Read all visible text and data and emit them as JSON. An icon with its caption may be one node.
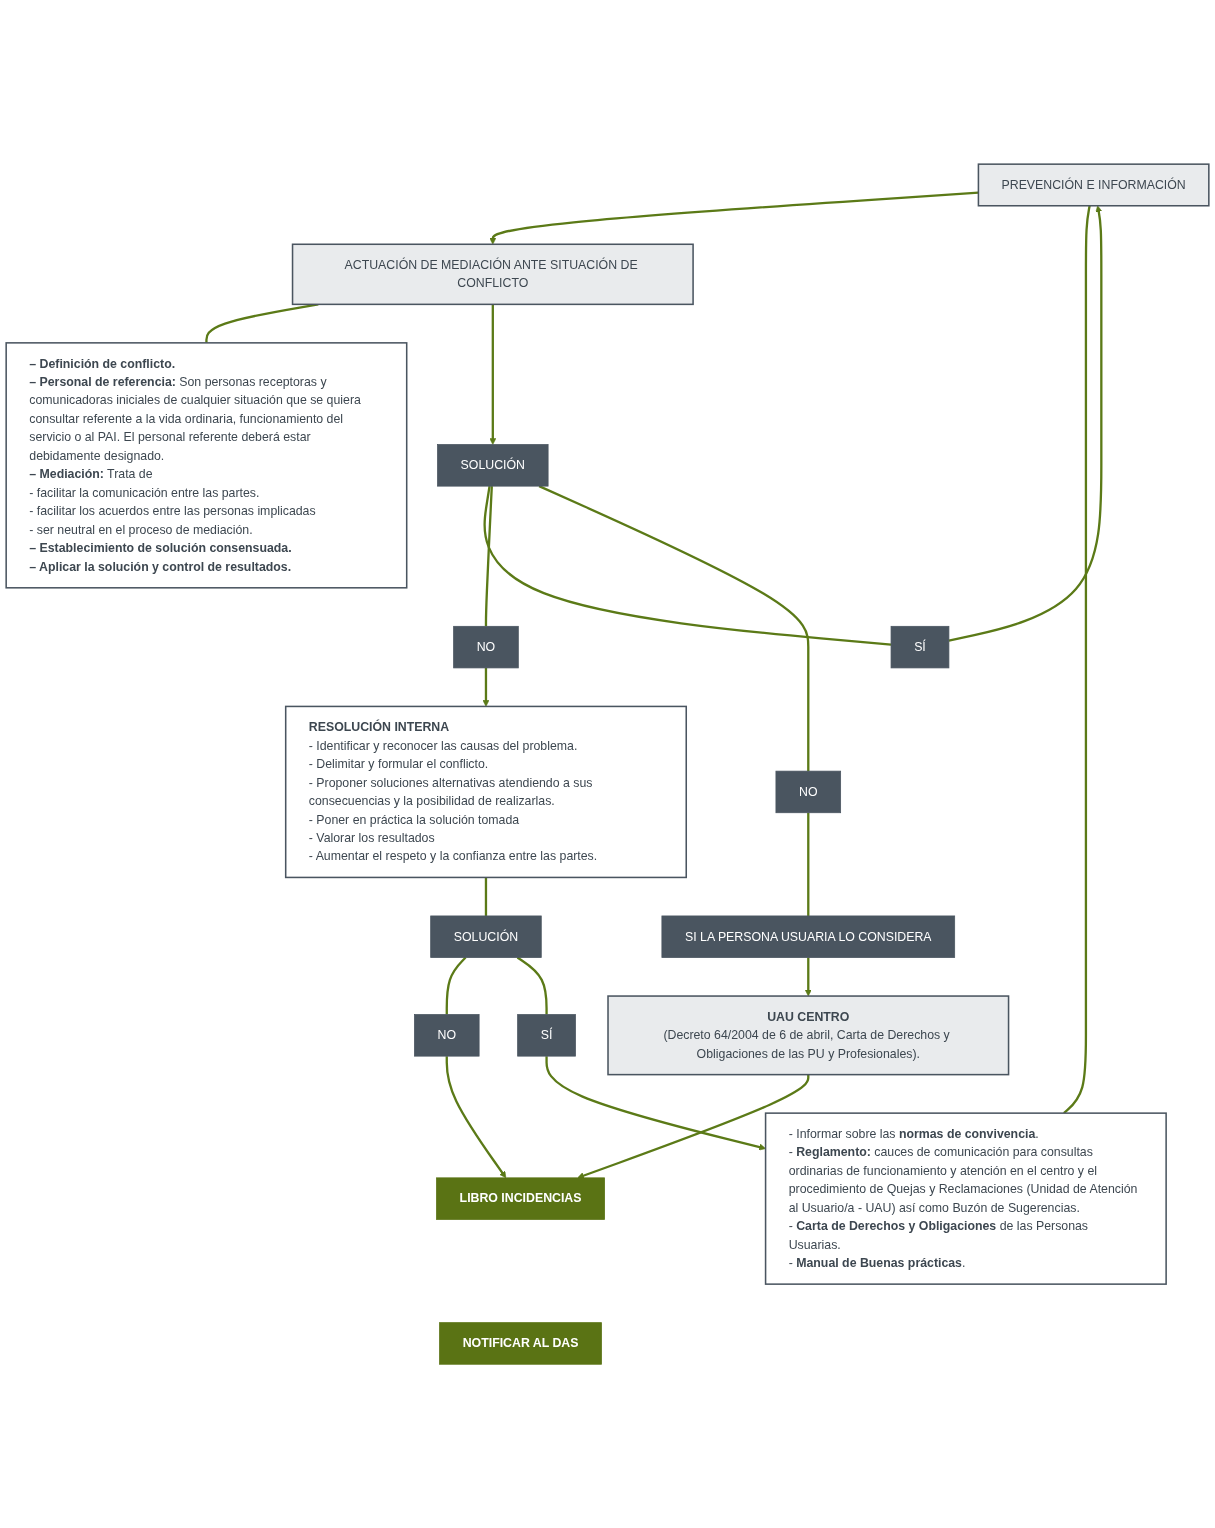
{
  "diagram": {
    "nodes": [
      {
        "text": [
          "PREVENCIÓN E INFORMACIÓN"
        ]
      },
      {
        "text": [
          "- Informar sobre las **normas de convivencia**.",
          "- **Reglamento:** cauces de comunicación para consultas ordinarias de funcionamiento y atención en el centro y el procedimiento de Quejas y Reclamaciones (Unidad de Atención al Usuario/a - UAU) así como Buzón de Sugerencias.",
          "- **Carta de Derechos y Obligaciones** de las Personas Usuarias.",
          "- **Manual de Buenas prácticas**."
        ]
      },
      {
        "text": [
          "ACTUACIÓN DE MEDIACIÓN ANTE SITUACIÓN DE CONFLICTO"
        ]
      },
      {
        "text": [
          "**– Definición de conflicto.**",
          "**– Personal de referencia:** Son personas receptoras y comunicadoras iniciales de cualquier situación que se quiera consultar referente a la vida ordinaria, funcionamiento del servicio o al PAI. El personal referente deberá estar debidamente designado.",
          "**– Mediación:** Trata de",
          "- facilitar la comunicación entre las partes.",
          "- facilitar los acuerdos entre las personas implicadas",
          "- ser neutral en el proceso de mediación.",
          "**– Establecimiento de solución consensuada.**",
          "**– Aplicar la solución y control de resultados.**"
        ]
      },
      {
        "text": [
          "SÍ"
        ]
      },
      {
        "text": [
          "SOLUCIÓN"
        ]
      },
      {
        "text": [
          "NO"
        ]
      },
      {
        "text": [
          "NO"
        ]
      },
      {
        "text": [
          "SI LA PERSONA USUARIA LO CONSIDERA"
        ]
      },
      {
        "text": [
          "UAU CENTRO",
          "(Decreto 64/2004 de 6 de abril, Carta de Derechos y Obligaciones de las PU y Profesionales)."
        ]
      },
      {
        "text": [
          "RESOLUCIÓN INTERNA",
          "- Identificar y reconocer las causas del problema.",
          "- Delimitar y formular el conflicto.",
          "- Proponer soluciones alternativas atendiendo a sus consecuencias y la posibilidad de realizarlas.",
          "- Poner en práctica la solución tomada",
          "- Valorar los resultados",
          "- Aumentar el respeto y la confianza entre las partes."
        ]
      },
      {
        "text": [
          "NO"
        ]
      },
      {
        "text": [
          "SOLUCIÓN"
        ]
      },
      {
        "text": [
          "SÍ"
        ]
      },
      {
        "text": [
          "LIBRO INCIDENCIAS"
        ]
      },
      {
        "text": [
          "NOTIFICAR AL DAS"
        ]
      }
    ],
    "edges": [
      {
        "from": 0,
        "to": 2,
        "arrow": "to"
      },
      {
        "from": 0,
        "to": 1,
        "arrow": "none"
      },
      {
        "from": 2,
        "to": 3,
        "arrow": "none"
      },
      {
        "from": 2,
        "to": 5,
        "arrow": "to"
      },
      {
        "from": 5,
        "to": 4,
        "arrow": "none"
      },
      {
        "from": 4,
        "to": 0,
        "arrow": "to"
      },
      {
        "from": 5,
        "to": 6,
        "arrow": "none"
      },
      {
        "from": 6,
        "to": 10,
        "arrow": "to"
      },
      {
        "from": 5,
        "to": 7,
        "arrow": "none"
      },
      {
        "from": 7,
        "to": 8,
        "arrow": "none"
      },
      {
        "from": 8,
        "to": 9,
        "arrow": "to"
      },
      {
        "from": 9,
        "to": 14,
        "arrow": "to"
      },
      {
        "from": 10,
        "to": 12,
        "arrow": "none"
      },
      {
        "from": 12,
        "to": 11,
        "arrow": "none"
      },
      {
        "from": 11,
        "to": 14,
        "arrow": "to"
      },
      {
        "from": 12,
        "to": 13,
        "arrow": "none"
      },
      {
        "from": 13,
        "to": 1,
        "arrow": "to"
      }
    ]
  }
}
